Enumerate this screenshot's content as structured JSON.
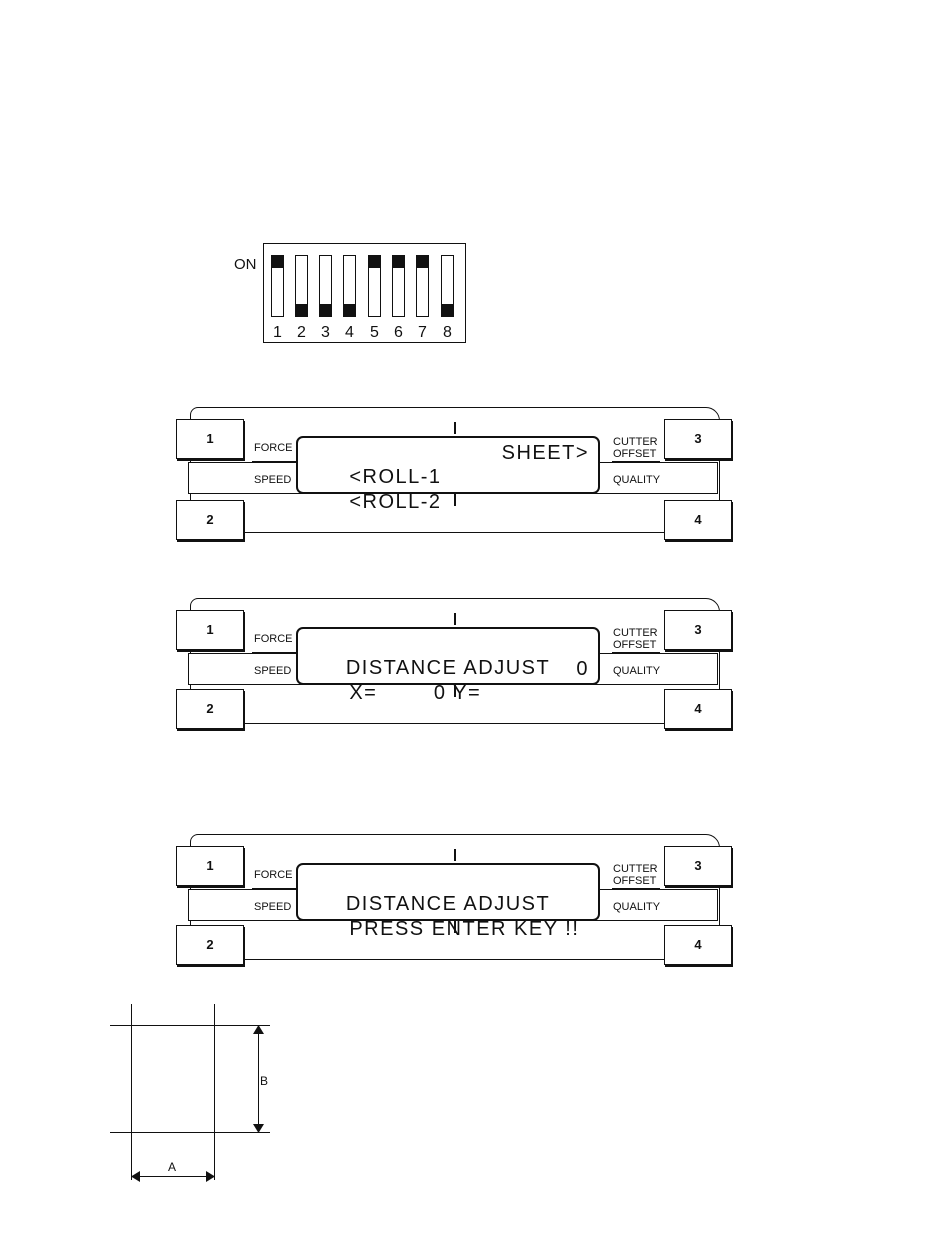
{
  "dip_switch": {
    "on_label": "ON",
    "switches": [
      {
        "number": "1",
        "state": "on"
      },
      {
        "number": "2",
        "state": "off"
      },
      {
        "number": "3",
        "state": "off"
      },
      {
        "number": "4",
        "state": "off"
      },
      {
        "number": "5",
        "state": "on"
      },
      {
        "number": "6",
        "state": "on"
      },
      {
        "number": "7",
        "state": "on"
      },
      {
        "number": "8",
        "state": "off"
      }
    ]
  },
  "panel_labels": {
    "key1": "1",
    "key2": "2",
    "key3": "3",
    "key4": "4",
    "force": "FORCE",
    "speed": "SPEED",
    "cutter": "CUTTER",
    "offset": "OFFSET",
    "quality": "QUALITY"
  },
  "panels": [
    {
      "line1_left": "<ROLL-1",
      "line1_right": "SHEET>",
      "line2_left": "<ROLL-2",
      "line2_right": ""
    },
    {
      "line1_center": "DISTANCE ADJUST",
      "line2_left": "X=        0 Y=",
      "line2_right": "0"
    },
    {
      "line1_center": "DISTANCE ADJUST",
      "line2_left": "PRESS ENTER KEY !!"
    }
  ],
  "sheet_diagram": {
    "dim_a_label": "A",
    "dim_b_label": "B"
  }
}
